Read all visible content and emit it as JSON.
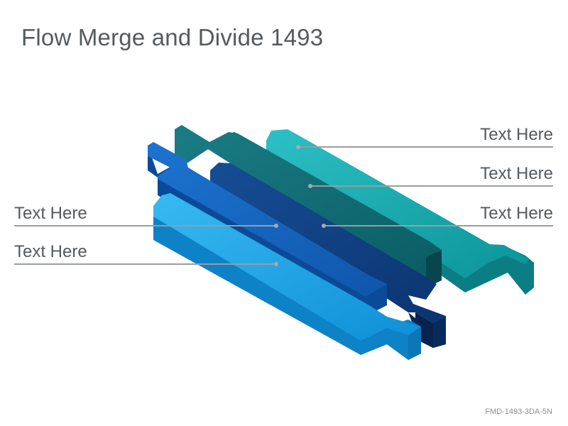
{
  "title": "Flow Merge and Divide 1493",
  "code": "FMD-1493-3DA-5N",
  "labels": {
    "right_1": "Text Here",
    "right_2": "Text Here",
    "right_3": "Text Here",
    "left_1": "Text Here",
    "left_2": "Text Here"
  },
  "colors": {
    "teal_light": "#0fa3a8",
    "teal_dark": "#0d6b73",
    "navy": "#0e3f82",
    "blue": "#1565c0",
    "sky": "#1aa6e8",
    "callout_line": "#9a9da0"
  }
}
